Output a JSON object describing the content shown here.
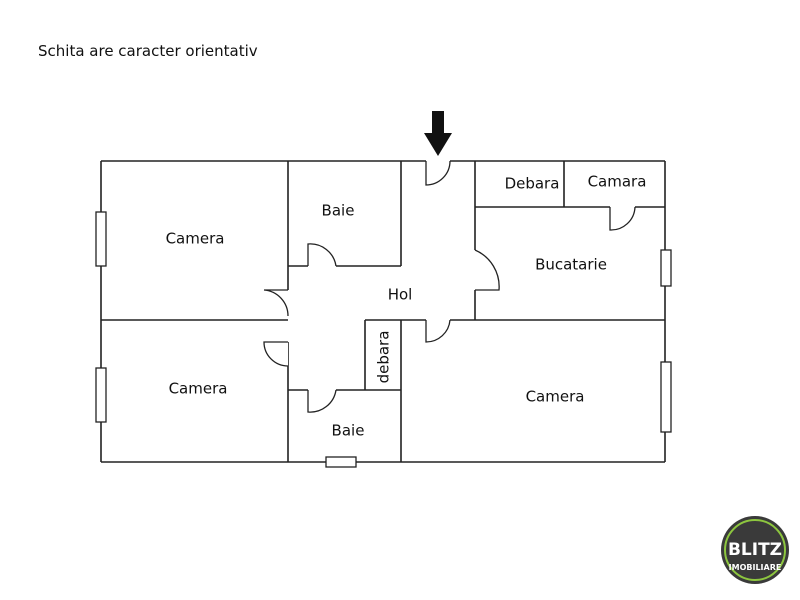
{
  "caption": "Schita are caracter orientativ",
  "rooms": {
    "camera_top_left": "Camera",
    "baie_top": "Baie",
    "hol": "Hol",
    "debara_small": "debara",
    "camera_bottom_left": "Camera",
    "baie_bottom": "Baie",
    "debara_top": "Debara",
    "camara": "Camara",
    "bucatarie": "Bucatarie",
    "camera_right": "Camera"
  },
  "logo": {
    "line1": "BLITZ",
    "line2": "IMOBILIARE"
  },
  "colors": {
    "wall": "#222222",
    "logo_ring": "#3a3a3a",
    "logo_accent": "#8dc63f"
  }
}
